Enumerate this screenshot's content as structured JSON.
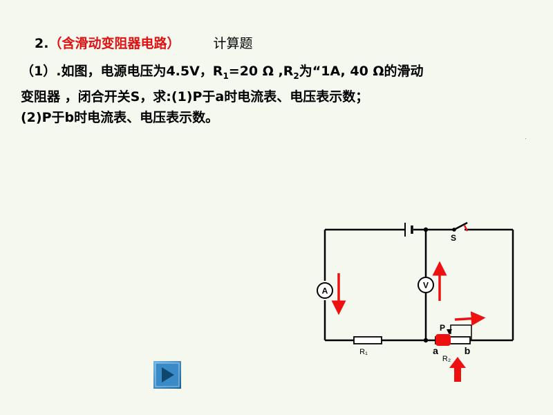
{
  "slide": {
    "title": {
      "number": "2.",
      "highlight": "（含滑动变阻器电路）",
      "type": "计算题"
    },
    "problem": {
      "line1_a": "（1）.如图，电源电压为4.5V，R",
      "line1_sub1": "1",
      "line1_b": "=20  Ω ,R",
      "line1_sub2": "2",
      "line1_c": "为“1A, 40   Ω的滑动",
      "line2": "变阻器 ，闭合开关S，求:(1)P于a时电流表、电压表示数；",
      "line3": "(2)P于b时电流表、电压表示数。"
    },
    "circuit": {
      "switch_label": "S",
      "ammeter_label": "A",
      "voltmeter_label": "V",
      "r1_label": "R₁",
      "r2_label": "R₂",
      "slider_label": "P",
      "point_a_label": "a",
      "point_b_label": "b",
      "colors": {
        "wire": "#000000",
        "arrow": "#ee1111",
        "slider": "#ee1111"
      }
    },
    "nav": {
      "next_icon": "play-triangle-icon",
      "button_color": "#2a7ab8"
    }
  }
}
